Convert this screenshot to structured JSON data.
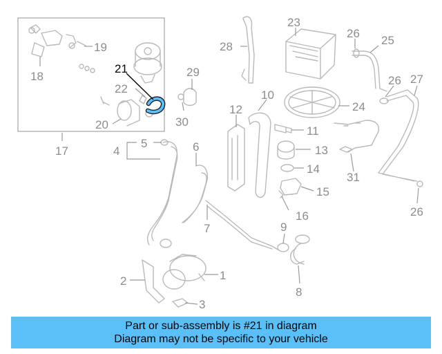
{
  "diagram": {
    "highlight_color": "#5bc0f8",
    "callouts": [
      {
        "id": "c1",
        "text": "1"
      },
      {
        "id": "c2",
        "text": "2"
      },
      {
        "id": "c3",
        "text": "3"
      },
      {
        "id": "c4",
        "text": "4"
      },
      {
        "id": "c5",
        "text": "5"
      },
      {
        "id": "c6",
        "text": "6"
      },
      {
        "id": "c7",
        "text": "7"
      },
      {
        "id": "c8",
        "text": "8"
      },
      {
        "id": "c9",
        "text": "9"
      },
      {
        "id": "c10",
        "text": "10"
      },
      {
        "id": "c11",
        "text": "11"
      },
      {
        "id": "c12",
        "text": "12"
      },
      {
        "id": "c13",
        "text": "13"
      },
      {
        "id": "c14",
        "text": "14"
      },
      {
        "id": "c15",
        "text": "15"
      },
      {
        "id": "c16",
        "text": "16"
      },
      {
        "id": "c17",
        "text": "17"
      },
      {
        "id": "c18",
        "text": "18"
      },
      {
        "id": "c19",
        "text": "19"
      },
      {
        "id": "c20",
        "text": "20"
      },
      {
        "id": "c21",
        "text": "21",
        "highlighted": true
      },
      {
        "id": "c22",
        "text": "22"
      },
      {
        "id": "c23",
        "text": "23"
      },
      {
        "id": "c24",
        "text": "24"
      },
      {
        "id": "c25",
        "text": "25"
      },
      {
        "id": "c26a",
        "text": "26"
      },
      {
        "id": "c26b",
        "text": "26"
      },
      {
        "id": "c26c",
        "text": "26"
      },
      {
        "id": "c27",
        "text": "27"
      },
      {
        "id": "c28",
        "text": "28"
      },
      {
        "id": "c29",
        "text": "29"
      },
      {
        "id": "c30",
        "text": "30"
      },
      {
        "id": "c31",
        "text": "31"
      }
    ]
  },
  "banner": {
    "line1": "Part or sub-assembly is #21 in diagram",
    "line2": "Diagram may not be specific to your vehicle",
    "background": "#5bc0f8"
  }
}
